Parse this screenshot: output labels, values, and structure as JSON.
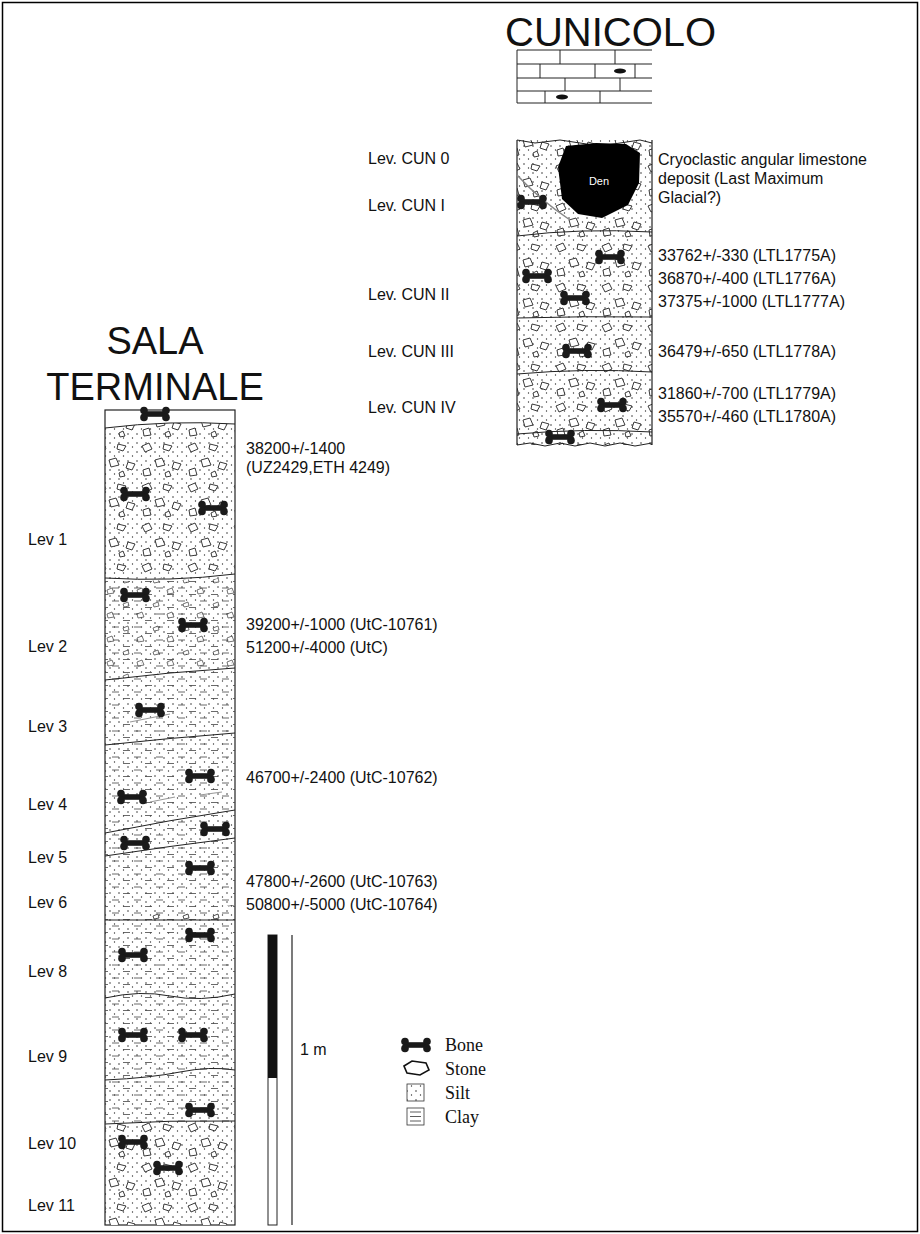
{
  "diagram": {
    "nodes": [
      {
        "text": [
          "Den"
        ]
      }
    ],
    "labels": [
      "CUNICOLO",
      "Lev. CUN 0",
      "Cryoclastic angular limestone deposit (Last Maximum Glacial?)",
      "Lev. CUN I",
      "33762+/-330 (LTL1775A)",
      "36870+/-400 (LTL1776A)",
      "Lev. CUN II",
      "37375+/-1000 (LTL1777A)",
      "Lev. CUN III",
      "36479+/-650 (LTL1778A)",
      "31860+/-700 (LTL1779A)",
      "Lev. CUN IV",
      "35570+/-460 (LTL1780A)",
      "SALA TERMINALE",
      "38200+/-1400 (UZ2429,ETH 4249)",
      "Lev 1",
      "39200+/-1000 (UtC-10761)",
      "Lev 2",
      "51200+/-4000 (UtC)",
      "Lev 3",
      "46700+/-2400 (UtC-10762)",
      "Lev 4",
      "Lev 5",
      "47800+/-2600 (UtC-10763)",
      "Lev 6",
      "50800+/-5000 (UtC-10764)",
      "Lev 8",
      "Lev 9",
      "1 m",
      "Lev 10",
      "Lev 11"
    ],
    "legend": [
      {
        "text": "Bone"
      },
      {
        "text": "Stone"
      },
      {
        "text": "Silt"
      },
      {
        "text": "Clay"
      }
    ]
  }
}
